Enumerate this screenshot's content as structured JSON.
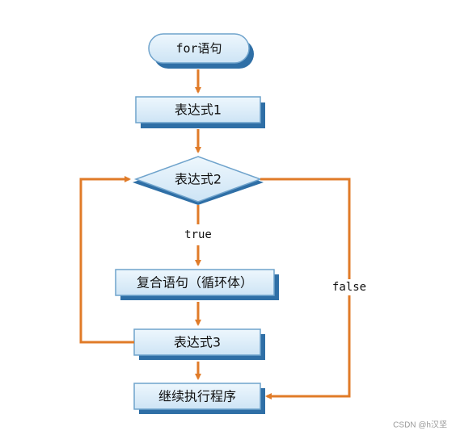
{
  "diagram": {
    "start": "for语句",
    "step1": "表达式1",
    "condition": "表达式2",
    "body": "复合语句（循环体）",
    "step3": "表达式3",
    "end": "继续执行程序",
    "true_label": "true",
    "false_label": "false"
  },
  "watermark": "CSDN @h汉坚",
  "colors": {
    "arrow": "#e07b28",
    "box_fill": "#d9ecf8",
    "box_border": "#6fa3cc",
    "box_shadow": "#2f6fa6"
  }
}
